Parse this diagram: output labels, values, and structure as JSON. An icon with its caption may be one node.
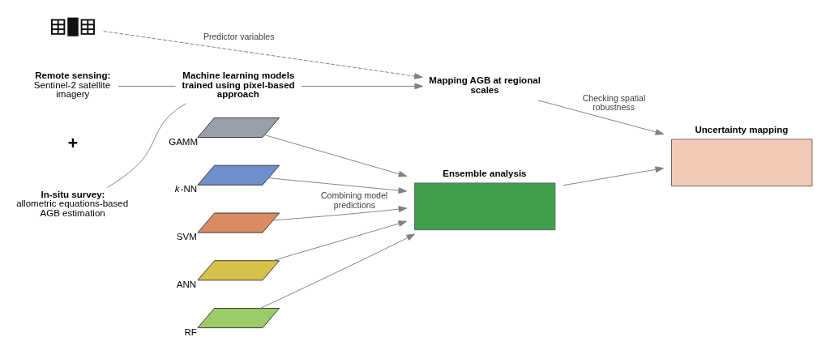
{
  "diagram": {
    "nodes": [
      {
        "text": [],
        "shape": "picture"
      },
      {
        "text": [
          "**Remote sensing:** Sentinel-2 satellite imagery"
        ]
      },
      {
        "text": [
          "**In-situ survey:** allometric equations-based AGB estimation"
        ]
      },
      {
        "text": [
          "Machine learning models trained using pixel-based approach"
        ]
      },
      {
        "text": [
          "Mapping AGB at regional scales"
        ]
      },
      {
        "text": [],
        "shape": "box",
        "beside": [
          "GAMM"
        ]
      },
      {
        "text": [],
        "shape": "box",
        "beside": [
          "*k*-NN"
        ]
      },
      {
        "text": [],
        "shape": "box",
        "beside": [
          "SVM"
        ]
      },
      {
        "text": [],
        "shape": "box",
        "beside": [
          "ANN"
        ]
      },
      {
        "text": [],
        "shape": "box",
        "beside": [
          "RF"
        ]
      },
      {
        "text": [
          "Ensemble analysis"
        ]
      },
      {
        "text": [
          "Uncertainty mapping"
        ]
      }
    ],
    "edges": [
      {
        "from": 0,
        "to": 4,
        "arrow": "to",
        "label": "Predictor variables",
        "style": "dashed"
      },
      {
        "from": 1,
        "to": 3,
        "arrow": "none"
      },
      {
        "from": 2,
        "to": 3,
        "arrow": "none"
      },
      {
        "from": 3,
        "to": 4,
        "arrow": "to"
      },
      {
        "from": 5,
        "to": 10,
        "arrow": "to"
      },
      {
        "from": 6,
        "to": 10,
        "arrow": "to"
      },
      {
        "from": 7,
        "to": 10,
        "arrow": "to",
        "label": "Combining model predictions"
      },
      {
        "from": 8,
        "to": 10,
        "arrow": "to"
      },
      {
        "from": 9,
        "to": 10,
        "arrow": "to"
      },
      {
        "from": 4,
        "to": 11,
        "arrow": "to",
        "label": "Checking spatial robustness"
      },
      {
        "from": 10,
        "to": 11,
        "arrow": "to"
      }
    ],
    "labels": [
      "+"
    ]
  }
}
